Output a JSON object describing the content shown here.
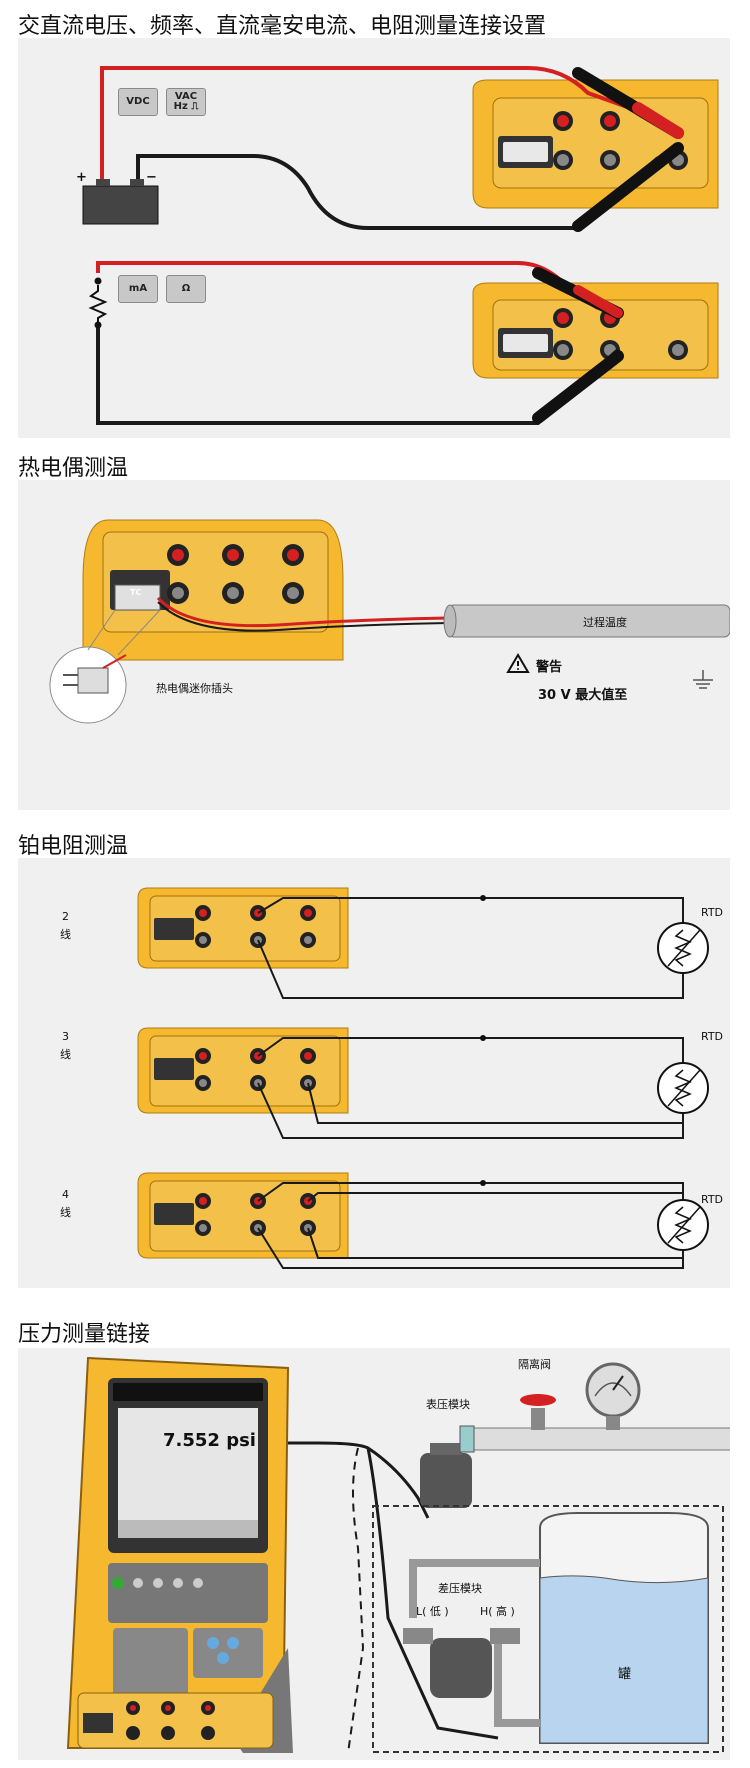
{
  "sections": {
    "s1": {
      "title": "交直流电压、频率、直流毫安电流、电阻测量连接设置",
      "buttons": {
        "vdc": "VDC",
        "vac_l1": "VAC",
        "vac_l2": "Hz ⎍",
        "ma": "mA",
        "ohm": "Ω"
      },
      "plus": "+",
      "minus": "−"
    },
    "s2": {
      "title": "热电偶测温",
      "plug_label": "热电偶迷你插头",
      "probe_label": "过程温度",
      "warning": "警告",
      "warning_detail": "30 V 最大值至",
      "tc_label": "TC"
    },
    "s3": {
      "title": "铂电阻测温",
      "rows": [
        {
          "num": "2",
          "unit": "线",
          "rtd": "RTD"
        },
        {
          "num": "3",
          "unit": "线",
          "rtd": "RTD"
        },
        {
          "num": "4",
          "unit": "线",
          "rtd": "RTD"
        }
      ]
    },
    "s4": {
      "title": "压力测量链接",
      "display_value": "7.552 psi",
      "gauge_module": "表压模块",
      "isolation_valve": "隔离阀",
      "diff_module": "差压模块",
      "low": "L( 低 )",
      "high": "H( 高 )",
      "tank": "罐"
    }
  },
  "colors": {
    "yellow": "#f5b82e",
    "red": "#d42020",
    "black": "#1a1a1a",
    "panel": "#f0f0f0"
  }
}
